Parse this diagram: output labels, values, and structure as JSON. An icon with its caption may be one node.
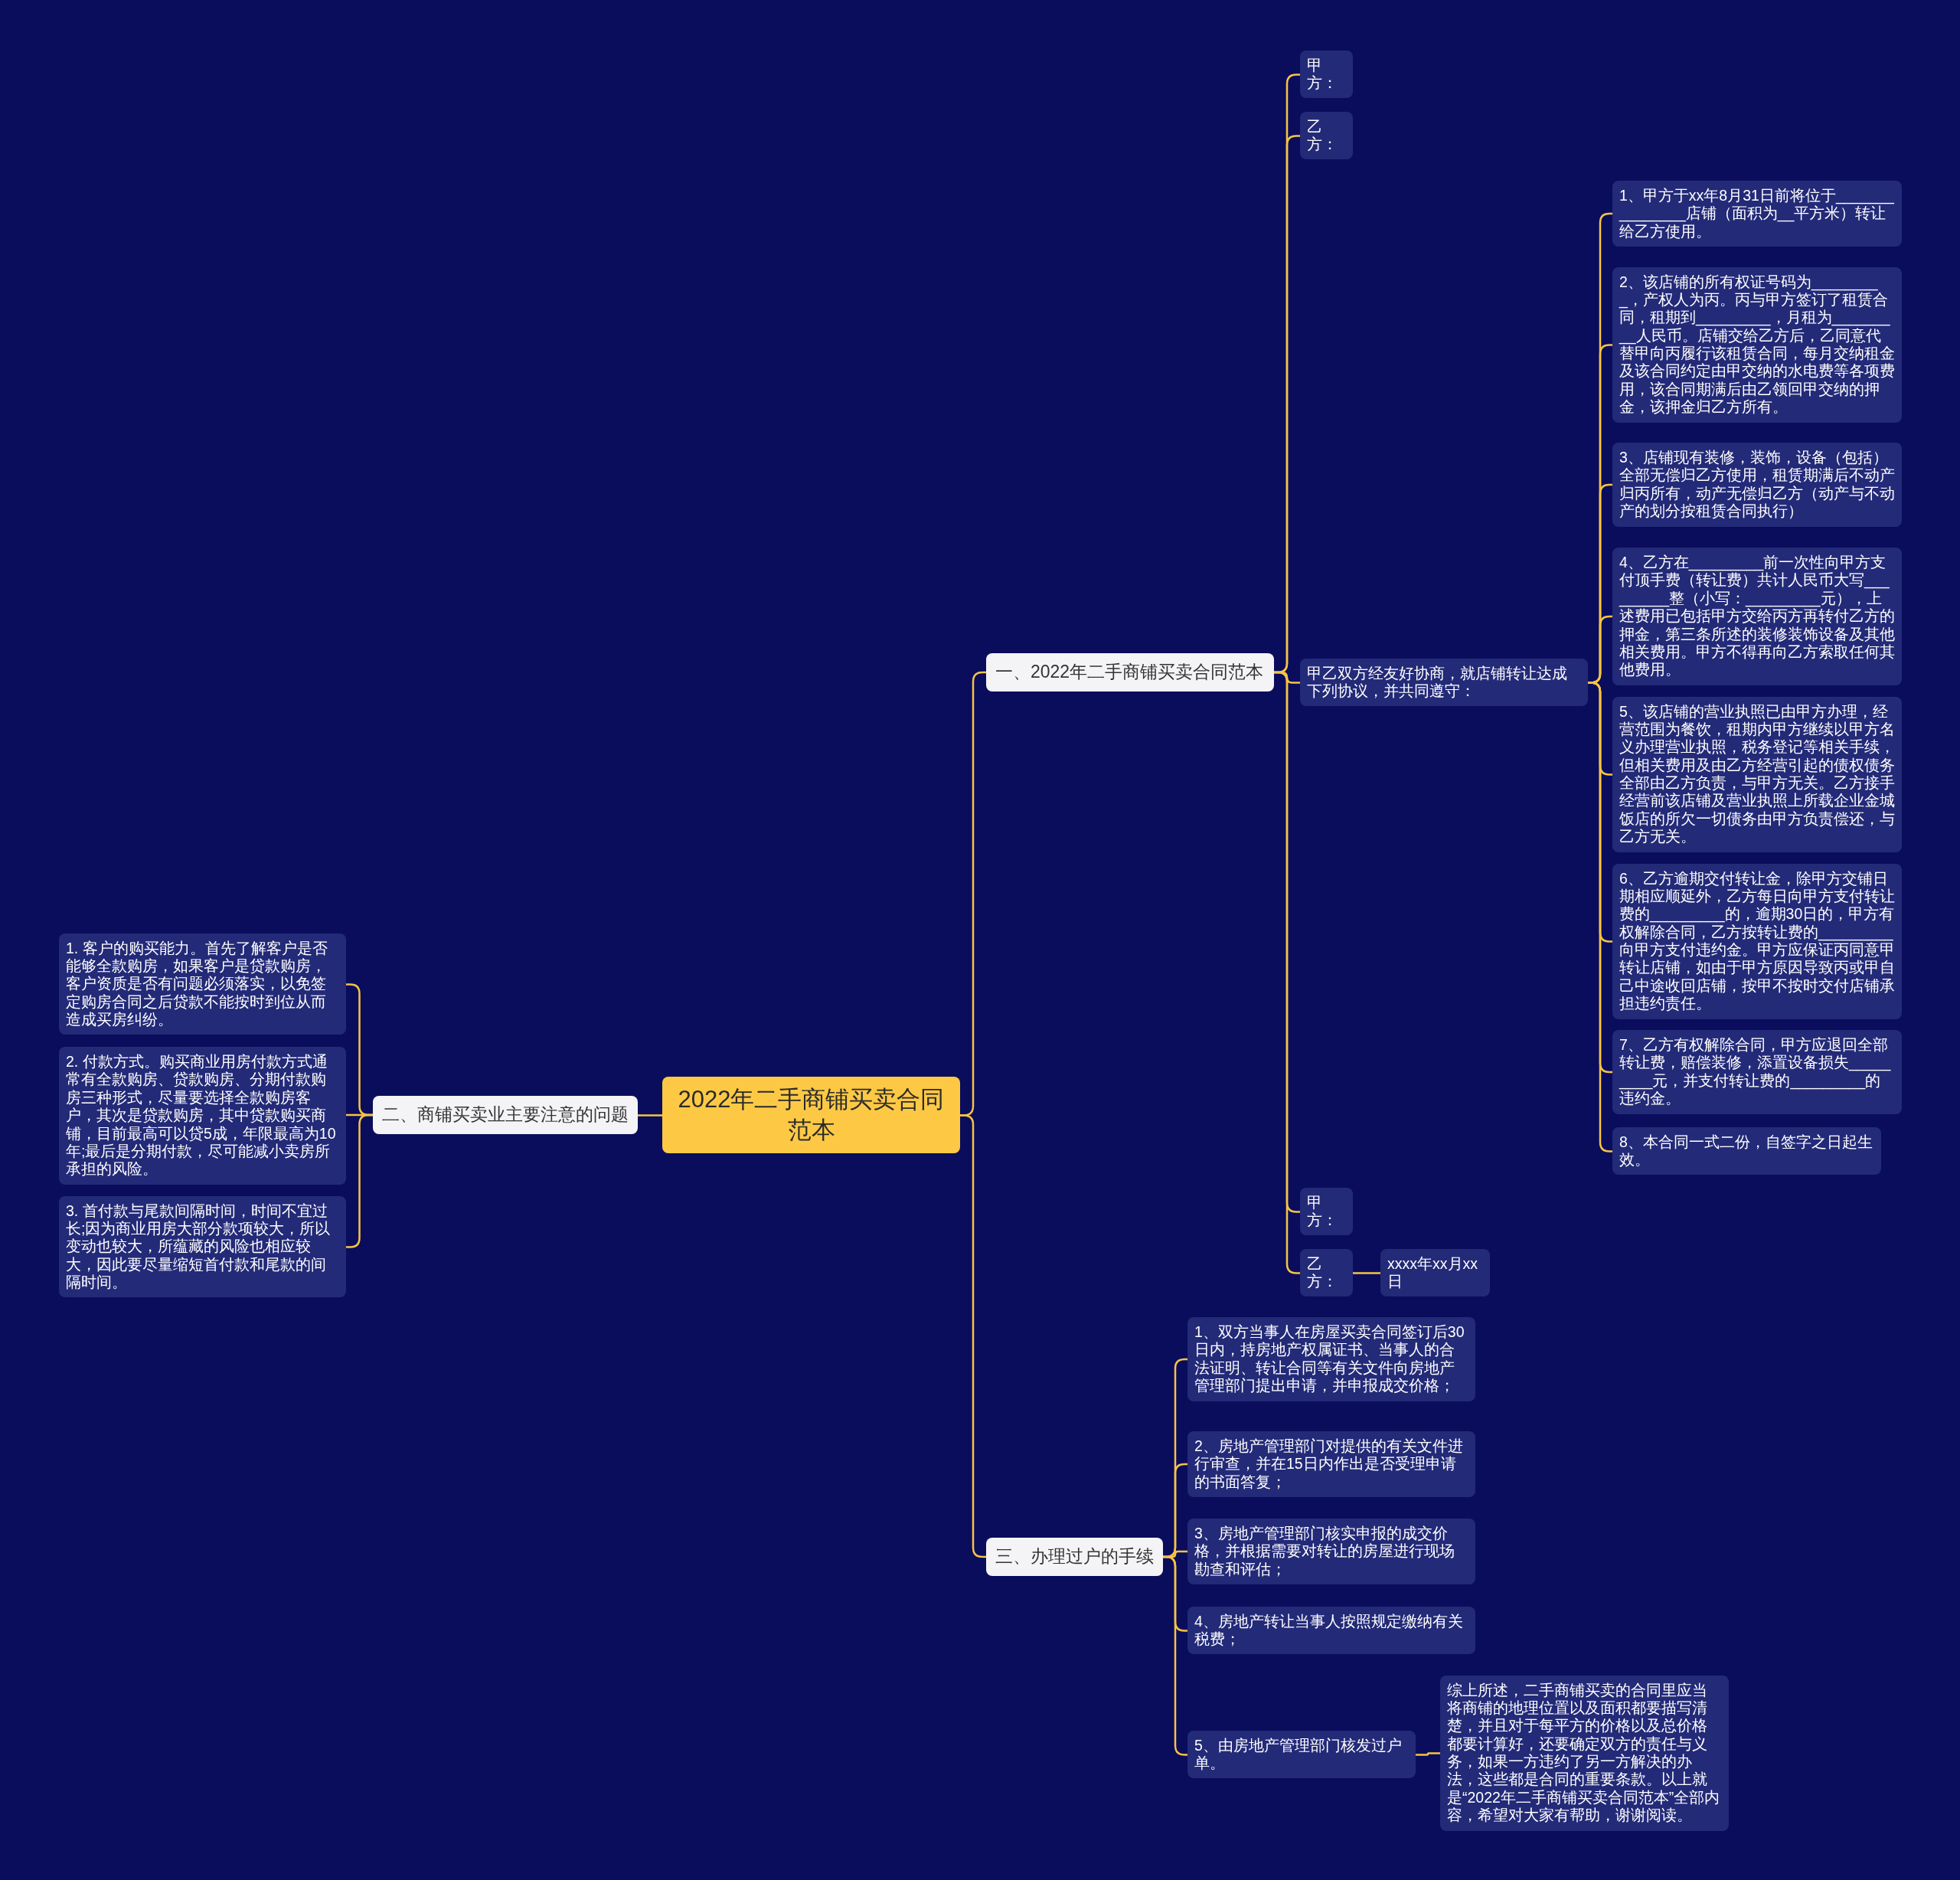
{
  "diagram": {
    "nodes": [
      {
        "text": [
          "2022年二手商铺买卖合同范本"
        ]
      },
      {
        "text": [
          "一、2022年二手商铺买卖合同范本"
        ]
      },
      {
        "text": [
          "甲方："
        ]
      },
      {
        "text": [
          "乙方："
        ]
      },
      {
        "text": [
          "甲乙双方经友好协商，就店铺转让达成下列协议，并共同遵守："
        ]
      },
      {
        "text": [
          "1、甲方于xx年8月31日前将位于_______________店铺（面积为__平方米）转让给乙方使用。"
        ]
      },
      {
        "text": [
          "2、该店铺的所有权证号码为_________，产权人为丙。丙与甲方签订了租赁合同，租期到_________，月租为_________人民币。店铺交给乙方后，乙同意代替甲向丙履行该租赁合同，每月交纳租金及该合同约定由甲交纳的水电费等各项费用，该合同期满后由乙领回甲交纳的押金，该押金归乙方所有。"
        ]
      },
      {
        "text": [
          "3、店铺现有装修，装饰，设备（包括）全部无偿归乙方使用，租赁期满后不动产归丙所有，动产无偿归乙方（动产与不动产的划分按租赁合同执行）"
        ]
      },
      {
        "text": [
          "4、乙方在_________前一次性向甲方支付顶手费（转让费）共计人民币大写_________整（小写：_________元），上述费用已包括甲方交给丙方再转付乙方的押金，第三条所述的装修装饰设备及其他相关费用。甲方不得再向乙方索取任何其他费用。"
        ]
      },
      {
        "text": [
          "5、该店铺的营业执照已由甲方办理，经营范围为餐饮，租期内甲方继续以甲方名义办理营业执照，税务登记等相关手续，但相关费用及由乙方经营引起的债权债务全部由乙方负责，与甲方无关。乙方接手经营前该店铺及营业执照上所载企业金城饭店的所欠一切债务由甲方负责偿还，与乙方无关。"
        ]
      },
      {
        "text": [
          "6、乙方逾期交付转让金，除甲方交铺日期相应顺延外，乙方每日向甲方支付转让费的_________的，逾期30日的，甲方有权解除合同，乙方按转让费的_________向甲方支付违约金。甲方应保证丙同意甲转让店铺，如由于甲方原因导致丙或甲自己中途收回店铺，按甲不按时交付店铺承担违约责任。"
        ]
      },
      {
        "text": [
          "7、乙方有权解除合同，甲方应退回全部转让费，赔偿装修，添置设备损失_________元，并支付转让费的_________的违约金。"
        ]
      },
      {
        "text": [
          "8、本合同一式二份，自签字之日起生效。"
        ]
      },
      {
        "text": [
          "甲方："
        ]
      },
      {
        "text": [
          "乙方："
        ]
      },
      {
        "text": [
          "xxxx年xx月xx日"
        ]
      },
      {
        "text": [
          "二、商铺买卖业主要注意的问题"
        ]
      },
      {
        "text": [
          "1. 客户的购买能力。首先了解客户是否能够全款购房，如果客户是贷款购房，客户资质是否有问题必须落实，以免签定购房合同之后贷款不能按时到位从而造成买房纠纷。"
        ]
      },
      {
        "text": [
          "2. 付款方式。购买商业用房付款方式通常有全款购房、贷款购房、分期付款购房三种形式，尽量要选择全款购房客户，其次是贷款购房，其中贷款购买商铺，目前最高可以贷5成，年限最高为10年;最后是分期付款，尽可能减小卖房所承担的风险。"
        ]
      },
      {
        "text": [
          "3. 首付款与尾款间隔时间，时间不宜过长;因为商业用房大部分款项较大，所以变动也较大，所蕴藏的风险也相应较大，因此要尽量缩短首付款和尾款的间隔时间。"
        ]
      },
      {
        "text": [
          "三、办理过户的手续"
        ]
      },
      {
        "text": [
          "1、双方当事人在房屋买卖合同签订后30日内，持房地产权属证书、当事人的合法证明、转让合同等有关文件向房地产管理部门提出申请，并申报成交价格；"
        ]
      },
      {
        "text": [
          "2、房地产管理部门对提供的有关文件进行审查，并在15日内作出是否受理申请的书面答复；"
        ]
      },
      {
        "text": [
          "3、房地产管理部门核实申报的成交价格，并根据需要对转让的房屋进行现场勘查和评估；"
        ]
      },
      {
        "text": [
          "4、房地产转让当事人按照规定缴纳有关税费；"
        ]
      },
      {
        "text": [
          "5、由房地产管理部门核发过户单。"
        ]
      },
      {
        "text": [
          "综上所述，二手商铺买卖的合同里应当将商铺的地理位置以及面积都要描写清楚，并且对于每平方的价格以及总价格都要计算好，还要确定双方的责任与义务，如果一方违约了另一方解决的办法，这些都是合同的重要条款。以上就是“2022年二手商铺买卖合同范本”全部内容，希望对大家有帮助，谢谢阅读。"
        ]
      }
    ],
    "edges": [
      {
        "from": 0,
        "to": 1,
        "arrow": "none"
      },
      {
        "from": 1,
        "to": 2,
        "arrow": "none"
      },
      {
        "from": 1,
        "to": 3,
        "arrow": "none"
      },
      {
        "from": 1,
        "to": 4,
        "arrow": "none"
      },
      {
        "from": 4,
        "to": 5,
        "arrow": "none"
      },
      {
        "from": 4,
        "to": 6,
        "arrow": "none"
      },
      {
        "from": 4,
        "to": 7,
        "arrow": "none"
      },
      {
        "from": 4,
        "to": 8,
        "arrow": "none"
      },
      {
        "from": 4,
        "to": 9,
        "arrow": "none"
      },
      {
        "from": 4,
        "to": 10,
        "arrow": "none"
      },
      {
        "from": 4,
        "to": 11,
        "arrow": "none"
      },
      {
        "from": 4,
        "to": 12,
        "arrow": "none"
      },
      {
        "from": 1,
        "to": 13,
        "arrow": "none"
      },
      {
        "from": 1,
        "to": 14,
        "arrow": "none"
      },
      {
        "from": 14,
        "to": 15,
        "arrow": "none"
      },
      {
        "from": 0,
        "to": 16,
        "arrow": "none"
      },
      {
        "from": 16,
        "to": 17,
        "arrow": "none"
      },
      {
        "from": 16,
        "to": 18,
        "arrow": "none"
      },
      {
        "from": 16,
        "to": 19,
        "arrow": "none"
      },
      {
        "from": 0,
        "to": 20,
        "arrow": "none"
      },
      {
        "from": 20,
        "to": 21,
        "arrow": "none"
      },
      {
        "from": 20,
        "to": 22,
        "arrow": "none"
      },
      {
        "from": 20,
        "to": 23,
        "arrow": "none"
      },
      {
        "from": 20,
        "to": 24,
        "arrow": "none"
      },
      {
        "from": 20,
        "to": 25,
        "arrow": "none"
      },
      {
        "from": 25,
        "to": 26,
        "arrow": "none"
      }
    ]
  }
}
